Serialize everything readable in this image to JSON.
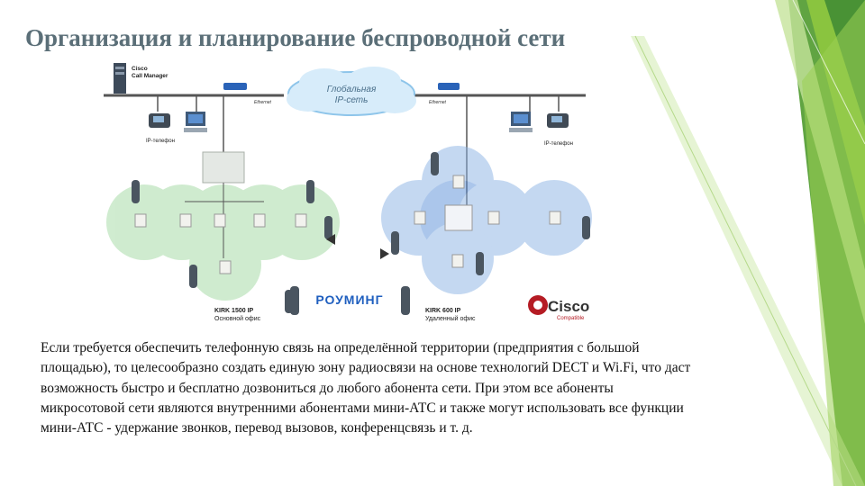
{
  "slide": {
    "title": "Организация и планирование беспроводной сети",
    "body": "Если требуется обеспечить телефонную связь на определённой территории (предприятия с большой площадью), то целесообразно создать единую зону радиосвязи на основе технологий DECT и Wi.Fi, что даст возможность быстро и бесплатно дозвониться до любого абонента сети. При этом все абоненты микросотовой сети являются внутренними абонентами мини-АТС и также могут использовать все функции мини-АТС - удержание звонков, перевод вызовов, конференцсвязь и т. д."
  },
  "diagram": {
    "cloud_label_line1": "Глобальная",
    "cloud_label_line2": "IP-сеть",
    "call_manager_line1": "Cisco",
    "call_manager_line2": "Call Manager",
    "ethernet_left": "Ethernet",
    "ethernet_right": "Ethernet",
    "ip_phone_left": "IP-телефон",
    "ip_phone_right": "IP-телефон",
    "roaming": "РОУМИНГ",
    "left_site_name": "KIRK 1500 IP",
    "left_site_desc": "Основной офис",
    "right_site_name": "KIRK 600 IP",
    "right_site_desc": "Удаленный офис",
    "cisco_logo": "Cisco",
    "cisco_compatible": "Compatible"
  },
  "colors": {
    "title": "#5b6f78",
    "green_cell": "#8fd48f",
    "blue_cell": "#6f9fd8",
    "deco_green": "#7dc243",
    "cloud": "#bfe0f5"
  }
}
